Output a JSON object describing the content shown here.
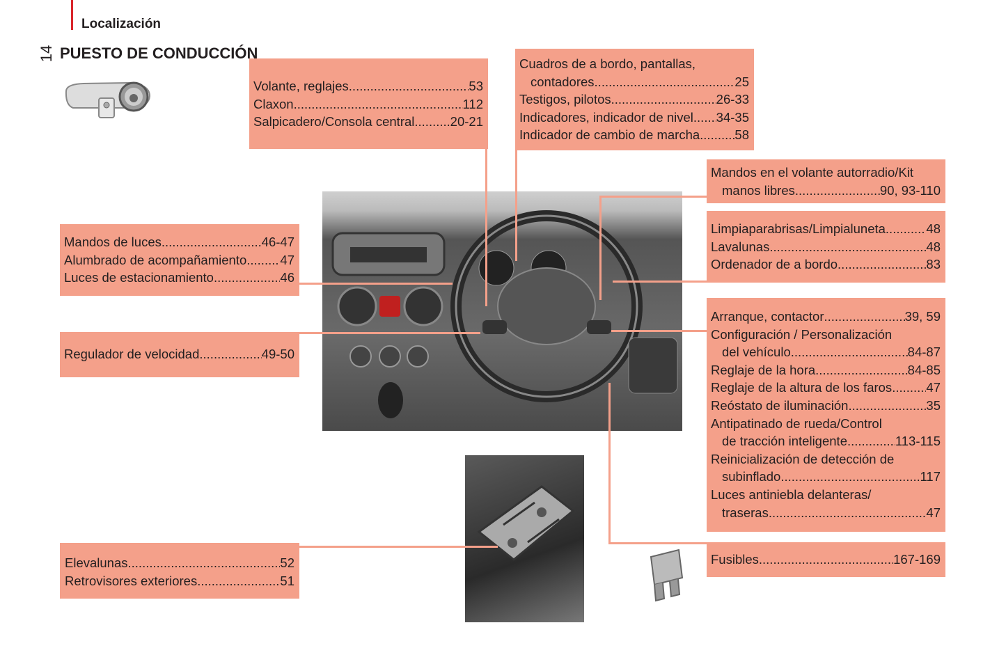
{
  "header": {
    "section": "Localización",
    "page_number": "14",
    "title": "PUESTO DE CONDUCCIÓN"
  },
  "colors": {
    "box": "#f4a08a",
    "accent": "#d9262c"
  },
  "boxes": {
    "volante": [
      {
        "label": "Volante, reglajes",
        "page": "53"
      },
      {
        "label": "Claxon ",
        "page": "112"
      },
      {
        "label": "Salpicadero/Consola central",
        "page": "20-21"
      }
    ],
    "cuadros": {
      "head": "Cuadros de a bordo, pantallas,",
      "entries": [
        {
          "label": "contadores",
          "page": "25",
          "indent": true
        },
        {
          "label": "Testigos, pilotos",
          "page": "26-33"
        },
        {
          "label": "Indicadores, indicador de nivel",
          "page": "34-35"
        },
        {
          "label": "Indicador de cambio de marcha ",
          "page": "58"
        }
      ]
    },
    "mandos_volante": {
      "head": "Mandos en el volante autorradio/Kit",
      "entries": [
        {
          "label": "manos libres ",
          "page": "90, 93-110"
        }
      ]
    },
    "limpia": [
      {
        "label": "Limpiaparabrisas/Limpialuneta",
        "page": "48"
      },
      {
        "label": "Lavalunas ",
        "page": "48"
      },
      {
        "label": "Ordenador de a bordo ",
        "page": "83"
      }
    ],
    "arranque": {
      "a": {
        "label": "Arranque, contactor",
        "page": "39, 59"
      },
      "b_head": "Configuración / Personalización",
      "b": {
        "label": "del vehículo ",
        "page": "84-87"
      },
      "c": {
        "label": "Reglaje de la hora ",
        "page": "84-85"
      },
      "d": {
        "label": "Reglaje de la altura de los faros",
        "page": "47"
      },
      "e": {
        "label": "Reóstato de iluminación ",
        "page": "35"
      },
      "f_head": "Antipatinado de rueda/Control",
      "f": {
        "label": "de tracción inteligente",
        "page": " 113-115"
      },
      "g_head": "Reinicialización de detección de",
      "g": {
        "label": "subinflado ",
        "page": " 117"
      },
      "h_head": "Luces antiniebla delanteras/",
      "h": {
        "label": "traseras",
        "page": "47"
      }
    },
    "fusibles": [
      {
        "label": "Fusibles ",
        "page": "167-169"
      }
    ],
    "luces": [
      {
        "label": "Mandos de luces ",
        "page": "46-47"
      },
      {
        "label": "Alumbrado de acompañamiento",
        "page": "47"
      },
      {
        "label": "Luces de estacionamiento",
        "page": "46"
      }
    ],
    "regulador": [
      {
        "label": "Regulador de velocidad",
        "page": "49-50"
      }
    ],
    "elevalunas": [
      {
        "label": "Elevalunas ",
        "page": "52"
      },
      {
        "label": "Retrovisores exteriores",
        "page": "51"
      }
    ]
  }
}
